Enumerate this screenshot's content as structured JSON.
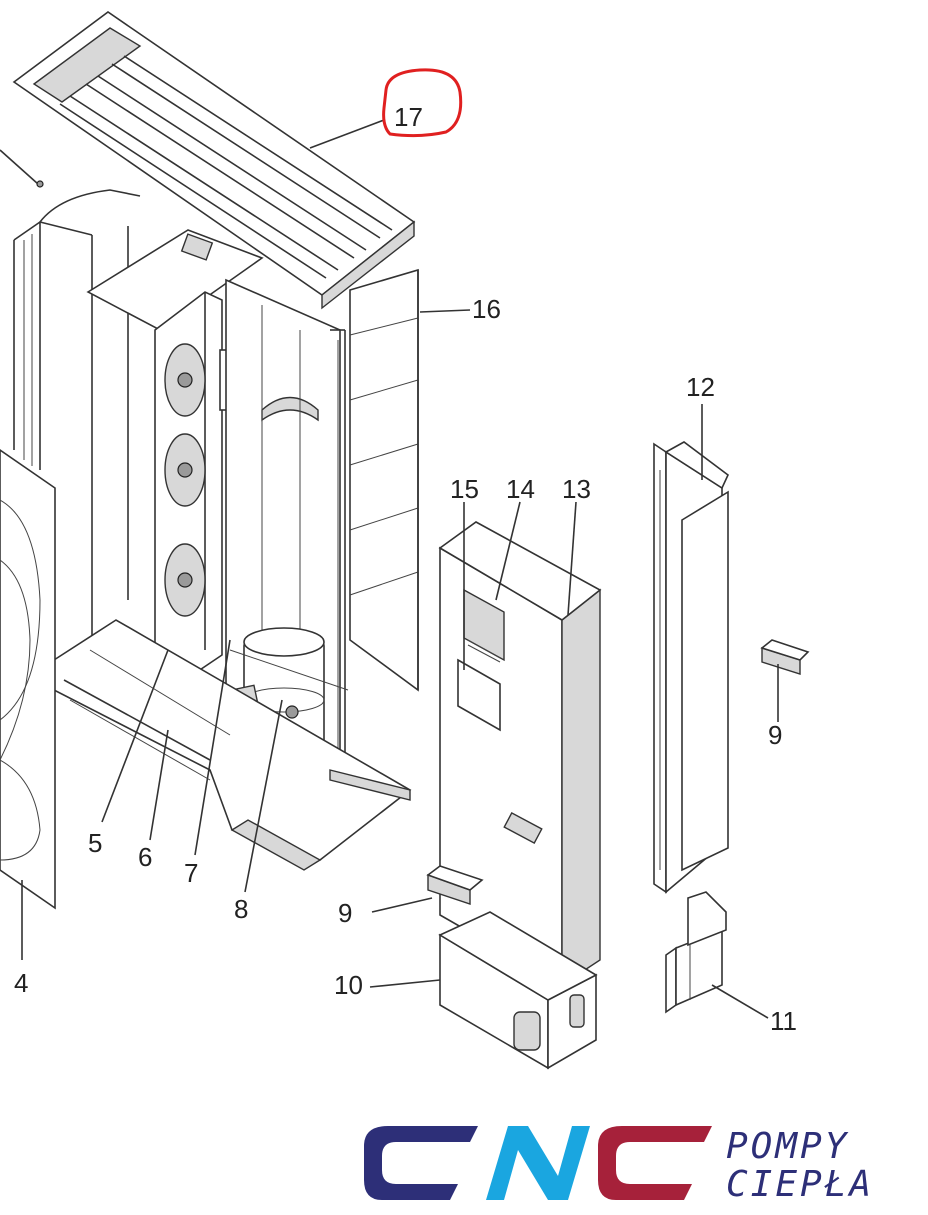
{
  "diagram": {
    "callouts": [
      {
        "id": "17",
        "label": "17",
        "highlighted": true
      },
      {
        "id": "16",
        "label": "16"
      },
      {
        "id": "12",
        "label": "12"
      },
      {
        "id": "15",
        "label": "15"
      },
      {
        "id": "14",
        "label": "14"
      },
      {
        "id": "13",
        "label": "13"
      },
      {
        "id": "9a",
        "label": "9"
      },
      {
        "id": "9b",
        "label": "9"
      },
      {
        "id": "5",
        "label": "5"
      },
      {
        "id": "6",
        "label": "6"
      },
      {
        "id": "7",
        "label": "7"
      },
      {
        "id": "8",
        "label": "8"
      },
      {
        "id": "4",
        "label": "4"
      },
      {
        "id": "10",
        "label": "10"
      },
      {
        "id": "11",
        "label": "11"
      }
    ],
    "highlight_color": "#e02020",
    "line_color": "#333333"
  },
  "logo": {
    "letters": [
      "C",
      "N",
      "C"
    ],
    "sub_line1": "POMPY",
    "sub_line2": "CIEPŁA",
    "colors": {
      "c1": "#2d2f78",
      "n": "#1aa6e0",
      "c2": "#a6213a",
      "sub": "#2d2f78"
    }
  }
}
